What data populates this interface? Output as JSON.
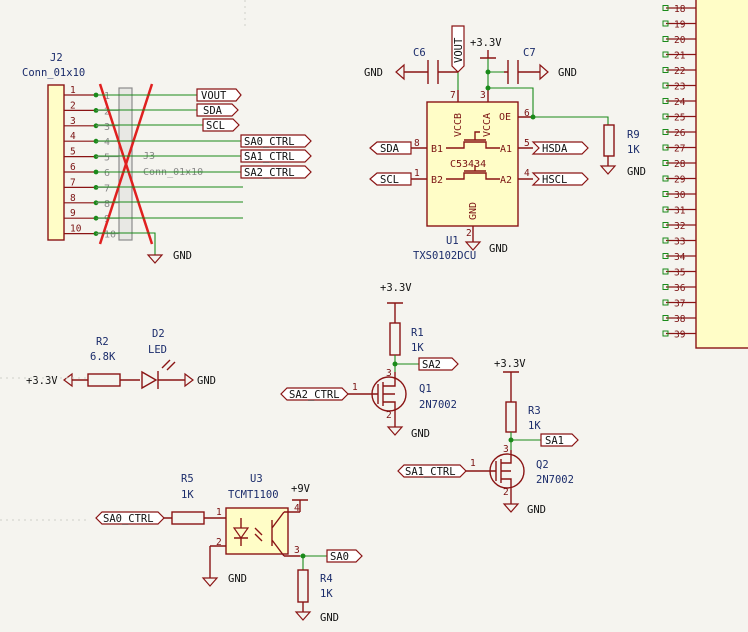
{
  "connector_j2": {
    "ref": "J2",
    "value": "Conn_01x10",
    "pins": [
      "1",
      "2",
      "3",
      "4",
      "5",
      "6",
      "7",
      "8",
      "9",
      "10"
    ]
  },
  "connector_j3": {
    "ref": "J3",
    "value": "Conn_01x10",
    "pins": [
      "1",
      "2",
      "3",
      "4",
      "5",
      "6",
      "7",
      "8",
      "9",
      "10"
    ]
  },
  "net_labels": {
    "vout": "VOUT",
    "sda": "SDA",
    "scl": "SCL",
    "sa0_ctrl": "SA0_CTRL",
    "sa1_ctrl": "SA1_CTRL",
    "sa2_ctrl": "SA2_CTRL",
    "hsda": "HSDA",
    "hscl": "HSCL",
    "sa0": "SA0",
    "sa1": "SA1",
    "sa2": "SA2"
  },
  "power": {
    "gnd": "GND",
    "v33": "+3.3V",
    "v9": "+9V"
  },
  "u1": {
    "ref": "U1",
    "value": "TXS0102DCU",
    "part": "C53434",
    "pins": {
      "vccb": "VCCB",
      "vcca": "VCCA",
      "oe": "OE",
      "b1": "B1",
      "b2": "B2",
      "a1": "A1",
      "a2": "A2",
      "gnd": "GND"
    },
    "pin_numbers": {
      "vccb": "7",
      "vcca": "3",
      "oe": "6",
      "b1": "8",
      "b2": "1",
      "a1": "5",
      "a2": "4",
      "gnd": "2"
    }
  },
  "c6": {
    "ref": "C6"
  },
  "c7": {
    "ref": "C7"
  },
  "r9": {
    "ref": "R9",
    "value": "1K"
  },
  "r1": {
    "ref": "R1",
    "value": "1K"
  },
  "r2": {
    "ref": "R2",
    "value": "6.8K"
  },
  "r3": {
    "ref": "R3",
    "value": "1K"
  },
  "r4": {
    "ref": "R4",
    "value": "1K"
  },
  "r5": {
    "ref": "R5",
    "value": "1K"
  },
  "d2": {
    "ref": "D2",
    "value": "LED"
  },
  "q1": {
    "ref": "Q1",
    "value": "2N7002",
    "pins": [
      "1",
      "2",
      "3"
    ]
  },
  "q2": {
    "ref": "Q2",
    "value": "2N7002",
    "pins": [
      "1",
      "2",
      "3"
    ]
  },
  "u3": {
    "ref": "U3",
    "value": "TCMT1100",
    "pins": [
      "1",
      "2",
      "3",
      "4"
    ]
  },
  "right_header": {
    "pins": [
      "18",
      "19",
      "20",
      "21",
      "22",
      "23",
      "24",
      "25",
      "26",
      "27",
      "28",
      "29",
      "30",
      "31",
      "32",
      "33",
      "34",
      "35",
      "36",
      "37",
      "38",
      "39"
    ]
  }
}
